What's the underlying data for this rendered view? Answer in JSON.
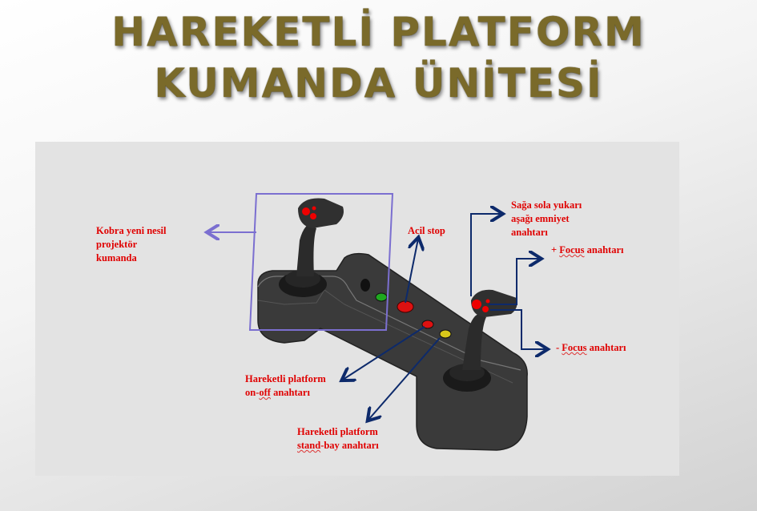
{
  "title": {
    "line1": "HAREKETLİ PLATFORM",
    "line2": "KUMANDA ÜNİTESİ"
  },
  "labels": {
    "kobra": {
      "l1": "Kobra yeni nesil",
      "l2": "projektör",
      "l3": "kumanda"
    },
    "acil": "Acil stop",
    "emniyet": {
      "l1": "Sağa sola yukarı",
      "l2": "aşağı emniyet",
      "l3": "anahtarı"
    },
    "focus_plus": {
      "sign": "+ ",
      "word": "Focus",
      "rest": " anahtarı"
    },
    "focus_minus": {
      "sign": "- ",
      "word": "Focus",
      "rest": " anahtarı"
    },
    "onoff": {
      "l1": "Hareketli platform",
      "pre": "on-",
      "word": "off",
      "rest": " anahtarı"
    },
    "standby": {
      "l1": "Hareketli platform",
      "word": "stand",
      "rest": "-bay anahtarı"
    }
  },
  "colors": {
    "label": "#e00000",
    "arrow": "#0d2a6b",
    "box": "#7b6fd0",
    "title": "#7a6a2a"
  }
}
